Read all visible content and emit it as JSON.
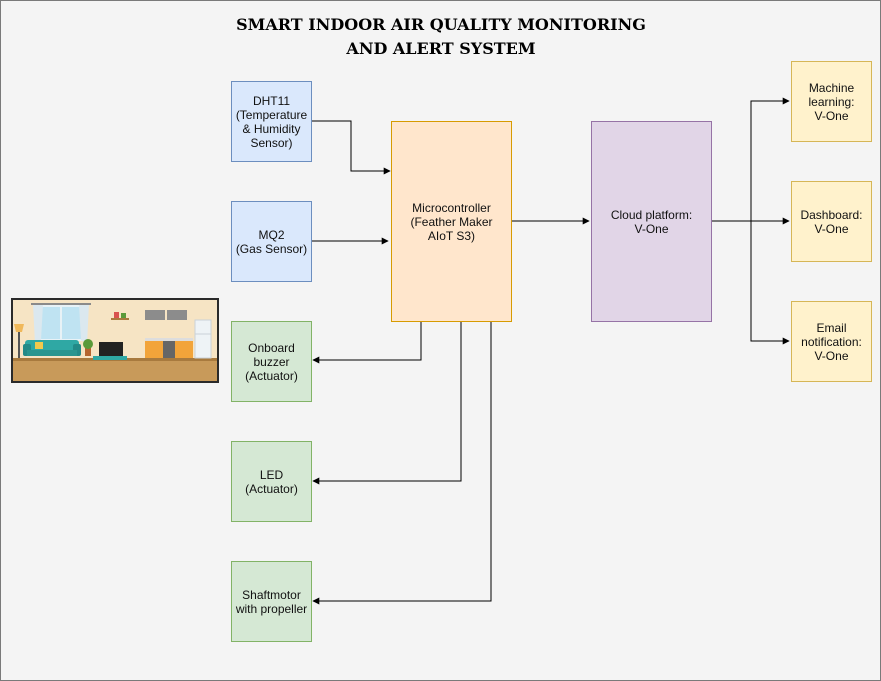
{
  "title": {
    "line1": "SMART INDOOR AIR QUALITY MONITORING",
    "line2": "AND ALERT SYSTEM"
  },
  "nodes": {
    "dht11": "DHT11\n(Temperature\n& Humidity\nSensor)",
    "mq2": "MQ2\n(Gas Sensor)",
    "buzzer": "Onboard\nbuzzer\n(Actuator)",
    "led": "LED\n(Actuator)",
    "motor": "Shaftmotor\nwith propeller",
    "mcu": "Microcontroller\n(Feather Maker\nAIoT S3)",
    "cloud": "Cloud platform:\nV-One",
    "ml": "Machine\nlearning:\nV-One",
    "dashboard": "Dashboard:\nV-One",
    "email": "Email\nnotification:\nV-One"
  },
  "colors": {
    "sensor_fill": "#dae8fc",
    "actuator_fill": "#d5e8d4",
    "controller_fill": "#ffe6cc",
    "cloud_fill": "#e1d5e7",
    "service_fill": "#fff2cc",
    "canvas": "#f4f4f4"
  },
  "illustration": "living-room-illustration"
}
